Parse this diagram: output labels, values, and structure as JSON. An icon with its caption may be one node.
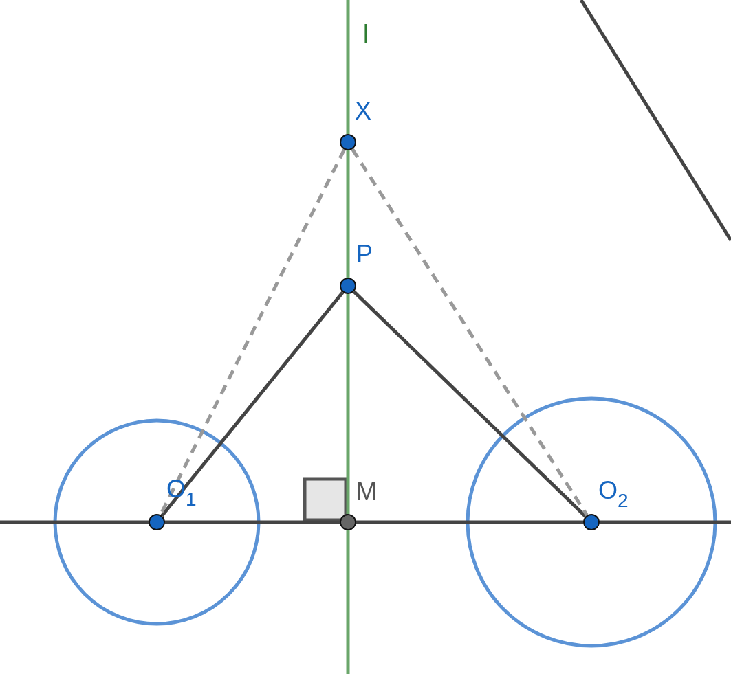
{
  "diagram": {
    "nodes": [
      {
        "text": [
          "X"
        ]
      },
      {
        "text": [
          "P"
        ]
      },
      {
        "text": [
          "M"
        ]
      },
      {
        "text": [
          "O$_{1}$"
        ]
      },
      {
        "text": [
          "O$_{2}$"
        ]
      }
    ],
    "edges": [
      {
        "from": 1,
        "to": 3,
        "arrow": "none"
      },
      {
        "from": 1,
        "to": 4,
        "arrow": "none"
      },
      {
        "from": 0,
        "to": 3,
        "arrow": "none",
        "style": "dashed",
        "color": "#999999"
      },
      {
        "from": 0,
        "to": 4,
        "arrow": "none",
        "style": "dashed",
        "color": "#999999"
      },
      {
        "from": 3,
        "to": 2,
        "arrow": "none"
      },
      {
        "from": 2,
        "to": 4,
        "arrow": "none"
      },
      {
        "from": 0,
        "to": 1,
        "arrow": "none",
        "color": "#6aa66a"
      },
      {
        "from": 1,
        "to": 2,
        "arrow": "none",
        "color": "#6aa66a"
      }
    ],
    "labels": [
      "l"
    ]
  }
}
